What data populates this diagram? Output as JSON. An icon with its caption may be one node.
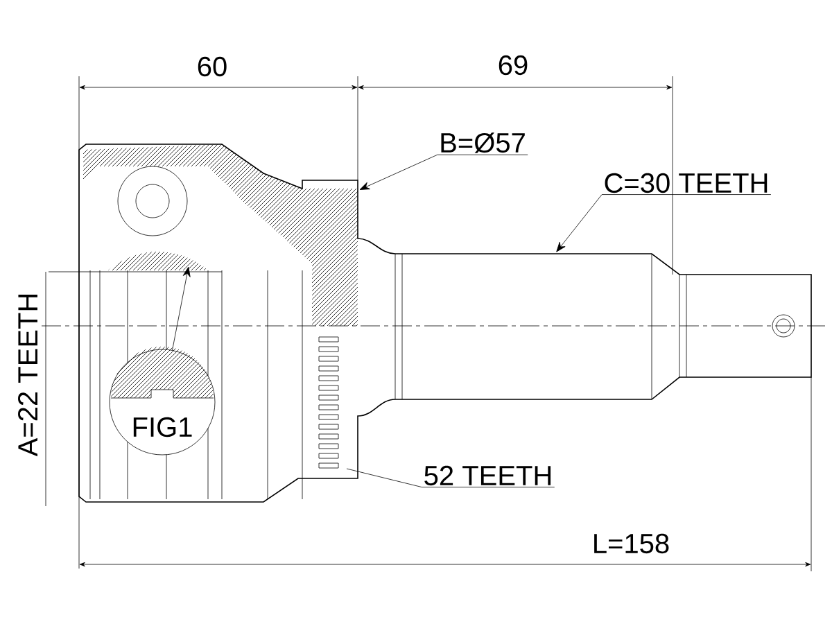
{
  "diagram": {
    "nodes": [
      {
        "text": [
          "B=Ø57"
        ]
      },
      {
        "text": [
          "C=30 TEETH"
        ]
      },
      {
        "text": [
          "52 TEETH"
        ]
      },
      {
        "text": [
          "FIG1"
        ]
      }
    ],
    "edges": [
      {
        "from": 0,
        "to": null,
        "arrow": "to"
      },
      {
        "from": 1,
        "to": null,
        "arrow": "to"
      },
      {
        "from": 2,
        "to": null,
        "arrow": "none"
      },
      {
        "from": 3,
        "to": null,
        "arrow": "to"
      }
    ],
    "labels": [
      "60",
      "69",
      "A=22 TEETH",
      "L=158"
    ]
  }
}
